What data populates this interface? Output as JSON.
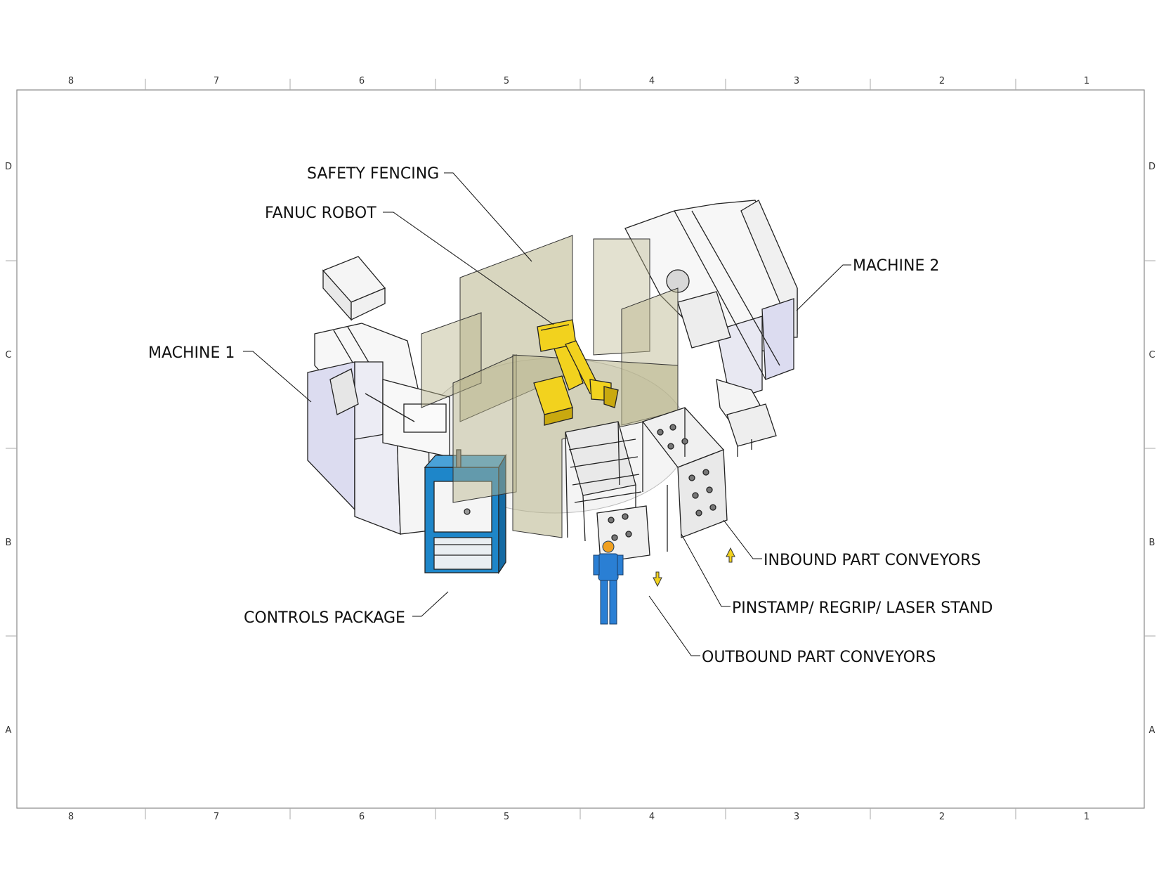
{
  "drawing": {
    "zones_top": [
      "8",
      "7",
      "6",
      "5",
      "4",
      "3",
      "2",
      "1"
    ],
    "zones_bottom": [
      "8",
      "7",
      "6",
      "5",
      "4",
      "3",
      "2",
      "1"
    ],
    "zones_left": [
      "D",
      "C",
      "B",
      "A"
    ],
    "zones_right": [
      "D",
      "C",
      "B",
      "A"
    ]
  },
  "callouts": {
    "safety_fencing": "SAFETY FENCING",
    "fanuc_robot": "FANUC ROBOT",
    "machine_1": "MACHINE 1",
    "machine_2": "MACHINE 2",
    "controls_package": "CONTROLS PACKAGE",
    "inbound_conveyors": "INBOUND PART CONVEYORS",
    "pinstamp_stand": "PINSTAMP/ REGRIP/ LASER STAND",
    "outbound_conveyors": "OUTBOUND PART CONVEYORS"
  },
  "colors": {
    "fence": "#b8b48a",
    "robot": "#f2d21e",
    "controls_cabinet": "#1e86c9",
    "operator_suit": "#2a7fd4",
    "operator_helmet": "#f0a020",
    "machine_panel": "#dcdcf0"
  }
}
